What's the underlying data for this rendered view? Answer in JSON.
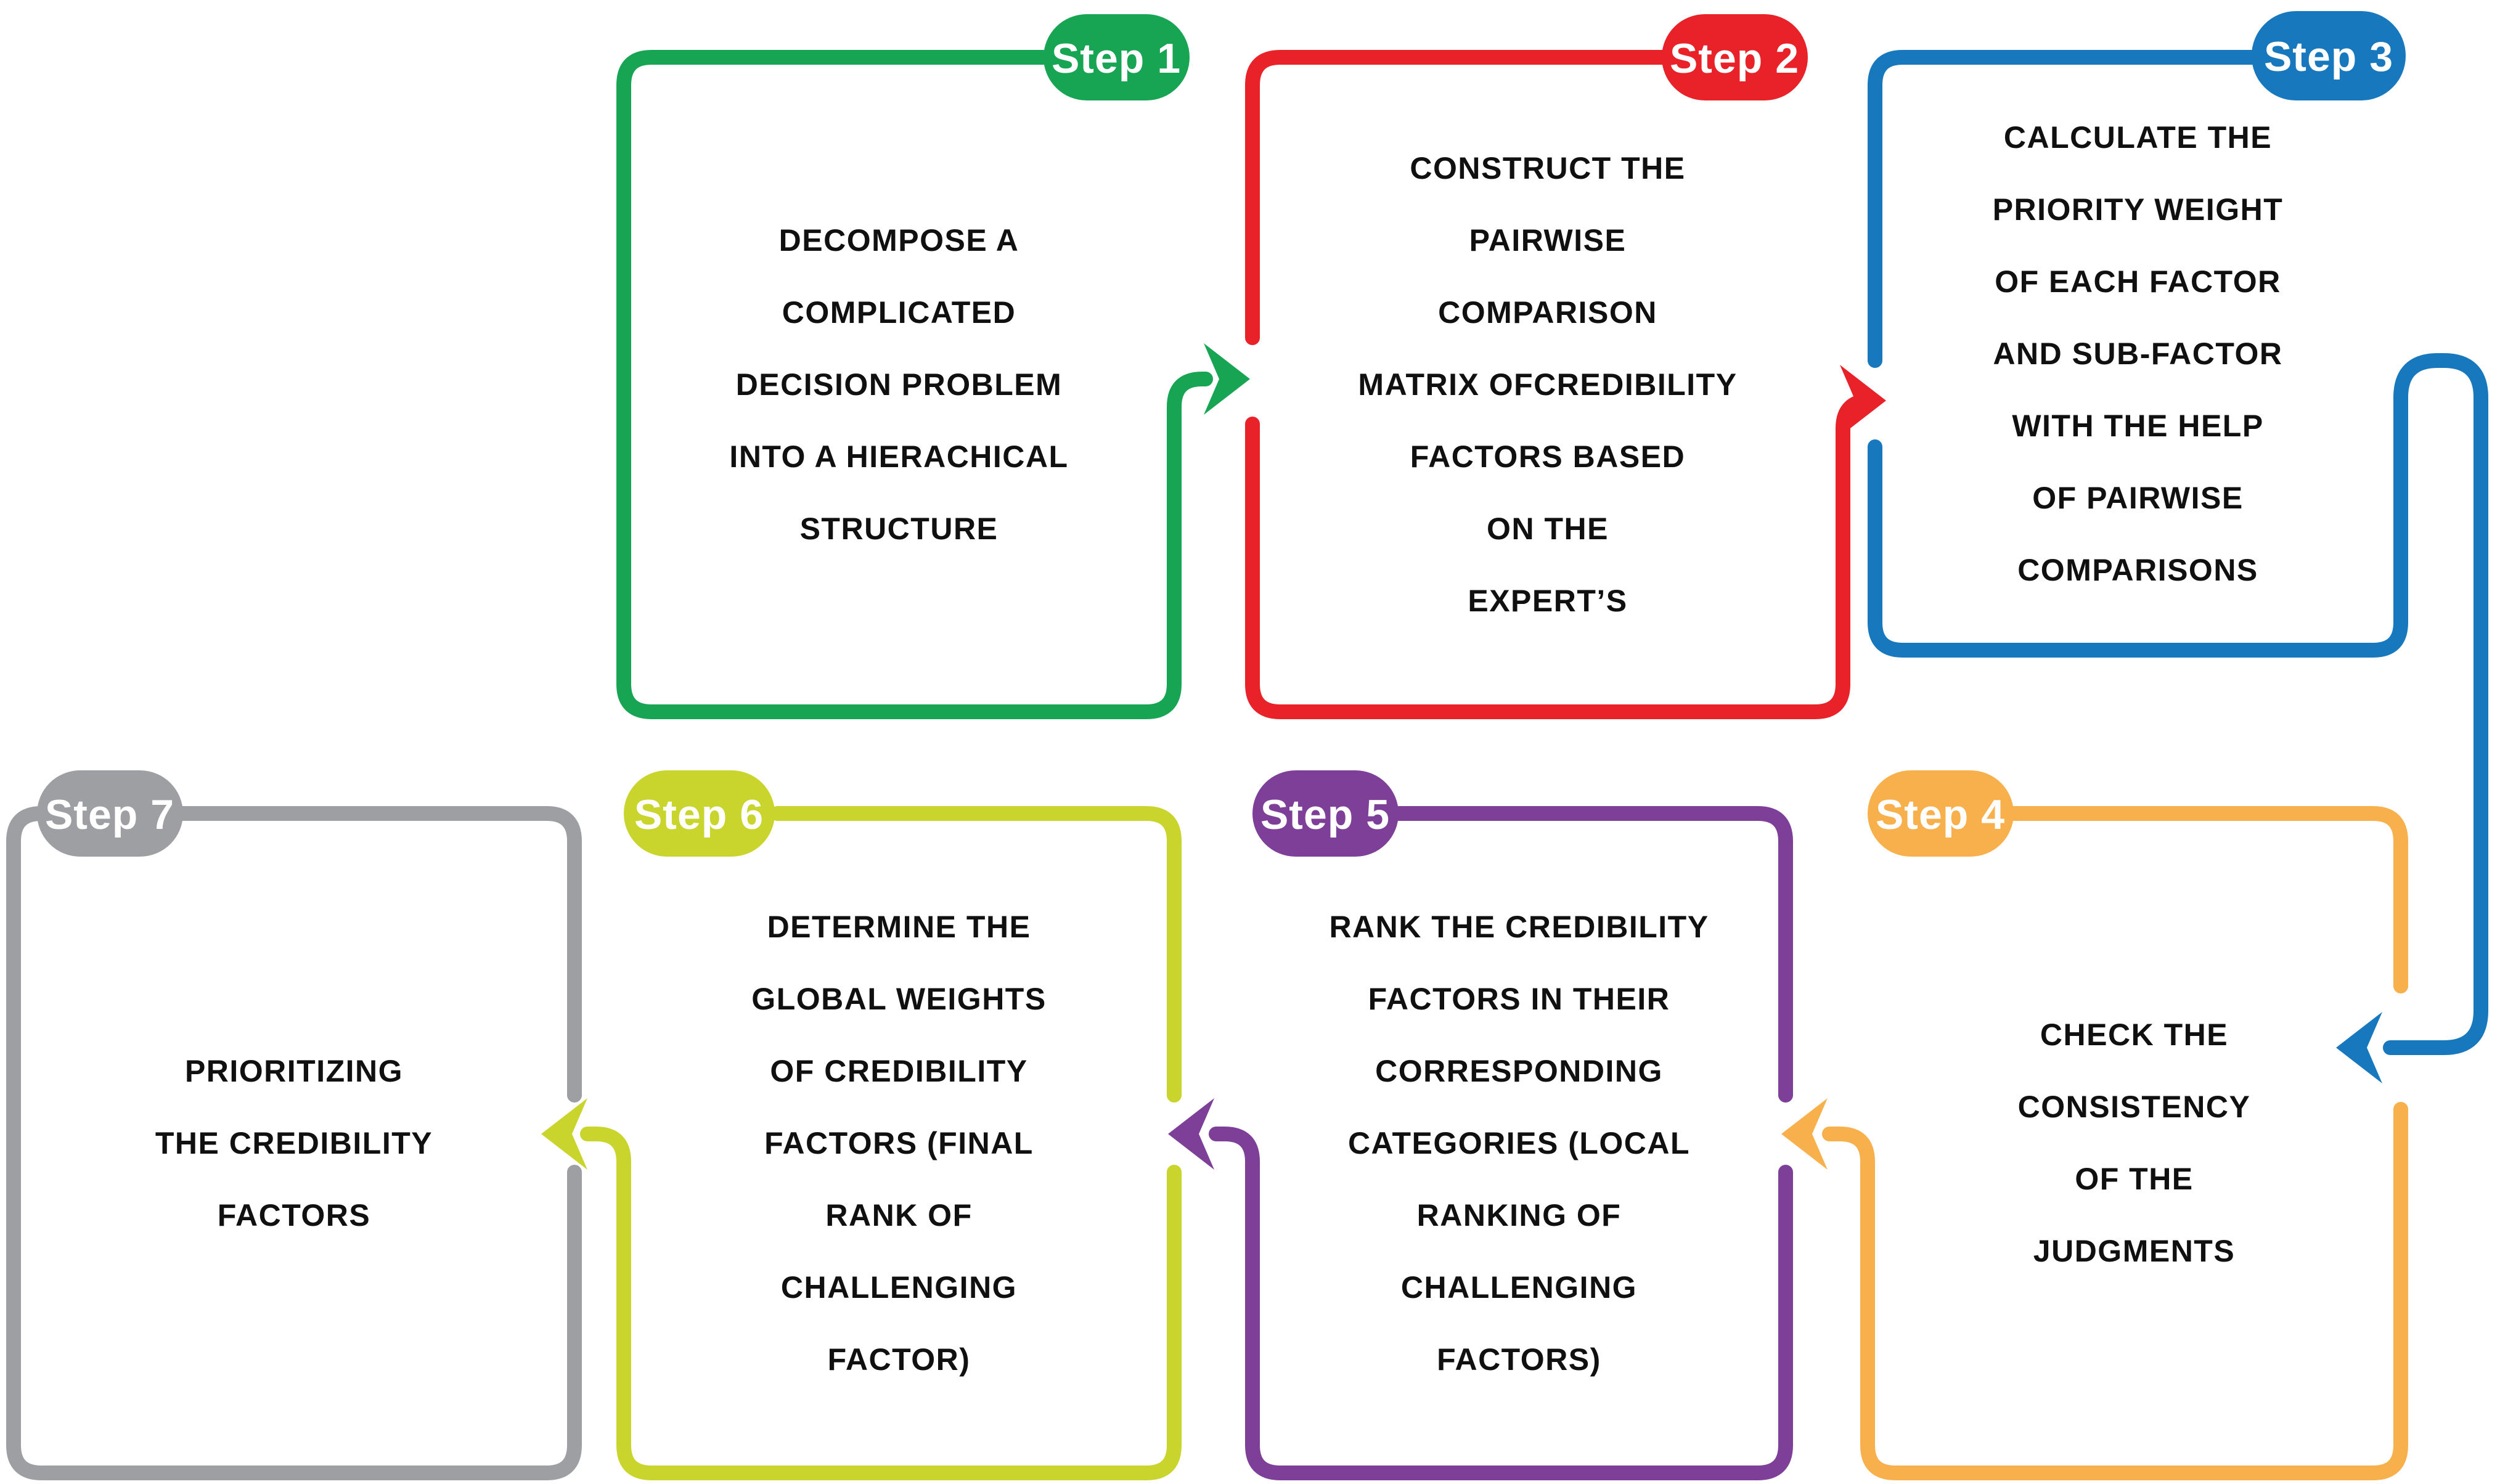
{
  "diagram": {
    "title": "Seven step AHP flow",
    "background": "#ffffff",
    "text_color": "#101010"
  },
  "steps": [
    {
      "badge": "Step 1",
      "color": "#17a554",
      "lines": [
        "DECOMPOSE A",
        "COMPLICATED",
        "DECISION PROBLEM",
        "INTO A HIERACHICAL",
        "STRUCTURE"
      ]
    },
    {
      "badge": "Step 2",
      "color": "#e92128",
      "lines": [
        "CONSTRUCT THE",
        "PAIRWISE",
        "COMPARISON",
        "MATRIX OFCREDIBILITY",
        "FACTORS BASED",
        "ON THE",
        "EXPERT’S"
      ]
    },
    {
      "badge": "Step 3",
      "color": "#1878be",
      "lines": [
        "CALCULATE THE",
        "PRIORITY WEIGHT",
        "OF EACH FACTOR",
        "AND SUB-FACTOR",
        "WITH THE HELP",
        "OF PAIRWISE",
        "COMPARISONS"
      ]
    },
    {
      "badge": "Step 4",
      "color": "#f8b04c",
      "lines": [
        "CHECK THE",
        "CONSISTENCY",
        "OF THE",
        "JUDGMENTS"
      ]
    },
    {
      "badge": "Step 5",
      "color": "#7d3f98",
      "lines": [
        "RANK THE CREDIBILITY",
        "FACTORS IN THEIR",
        "CORRESPONDING",
        "CATEGORIES (LOCAL",
        "RANKING OF",
        "CHALLENGING",
        "FACTORS)"
      ]
    },
    {
      "badge": "Step 6",
      "color": "#c9d52c",
      "lines": [
        "DETERMINE THE",
        "GLOBAL WEIGHTS",
        "OF CREDIBILITY",
        "FACTORS (FINAL",
        "RANK OF",
        "CHALLENGING",
        "FACTOR)"
      ]
    },
    {
      "badge": "Step 7",
      "color": "#9d9fa2",
      "lines": [
        "PRIORITIZING",
        "THE CREDIBILITY",
        "FACTORS"
      ]
    }
  ]
}
